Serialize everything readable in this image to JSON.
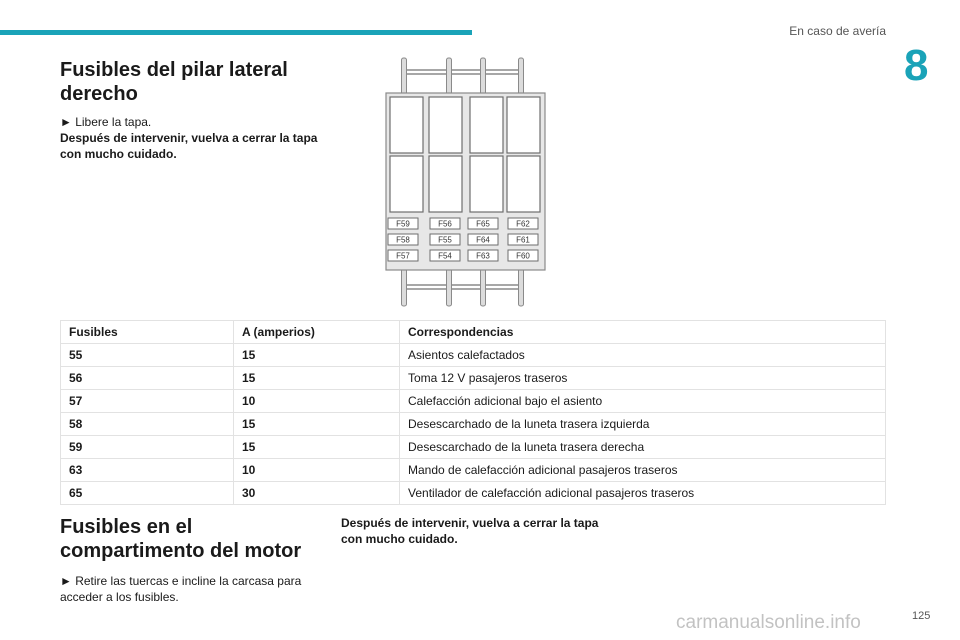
{
  "header": {
    "section_label": "En caso de avería",
    "chapter_number": "8",
    "accent_color": "#1aa3b8"
  },
  "section1": {
    "title": "Fusibles del pilar lateral derecho",
    "instruction": "► Libere la tapa.",
    "note": "Después de intervenir, vuelva a cerrar la tapa con mucho cuidado."
  },
  "diagram": {
    "labels": [
      "F59",
      "F56",
      "F65",
      "F62",
      "F58",
      "F55",
      "F64",
      "F61",
      "F57",
      "F54",
      "F63",
      "F60"
    ]
  },
  "table": {
    "headers": [
      "Fusibles",
      "A (amperios)",
      "Correspondencias"
    ],
    "rows": [
      [
        "55",
        "15",
        "Asientos calefactados"
      ],
      [
        "56",
        "15",
        "Toma 12 V pasajeros traseros"
      ],
      [
        "57",
        "10",
        "Calefacción adicional bajo el asiento"
      ],
      [
        "58",
        "15",
        "Desescarchado de la luneta trasera izquierda"
      ],
      [
        "59",
        "15",
        "Desescarchado de la luneta trasera derecha"
      ],
      [
        "63",
        "10",
        "Mando de calefacción adicional pasajeros traseros"
      ],
      [
        "65",
        "30",
        "Ventilador de calefacción adicional pasajeros traseros"
      ]
    ]
  },
  "section2": {
    "title": "Fusibles en el compartimento del motor",
    "instruction": "► Retire las tuercas e incline la carcasa para acceder a los fusibles.",
    "note": "Después de intervenir, vuelva a cerrar la tapa con mucho cuidado."
  },
  "footer": {
    "page_number": "125",
    "watermark": "carmanualsonline.info"
  }
}
